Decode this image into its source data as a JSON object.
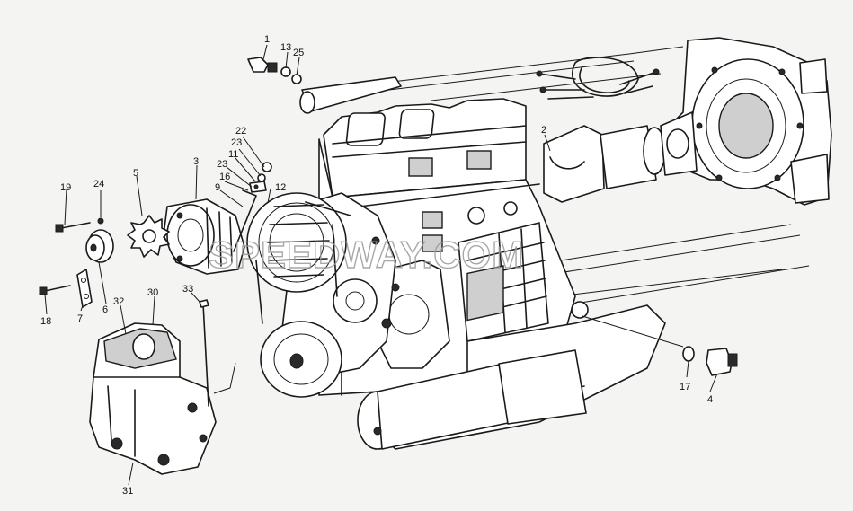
{
  "watermark": "SPEEDWAY.COM",
  "callouts": [
    {
      "id": "c1",
      "text": "1"
    },
    {
      "id": "c13",
      "text": "13"
    },
    {
      "id": "c25",
      "text": "25"
    },
    {
      "id": "c2",
      "text": "2"
    },
    {
      "id": "c22",
      "text": "22"
    },
    {
      "id": "c23a",
      "text": "23"
    },
    {
      "id": "c11",
      "text": "11"
    },
    {
      "id": "c23b",
      "text": "23"
    },
    {
      "id": "c16",
      "text": "16"
    },
    {
      "id": "c9",
      "text": "9"
    },
    {
      "id": "c12",
      "text": "12"
    },
    {
      "id": "c3",
      "text": "3"
    },
    {
      "id": "c5",
      "text": "5"
    },
    {
      "id": "c19",
      "text": "19"
    },
    {
      "id": "c24",
      "text": "24"
    },
    {
      "id": "c18",
      "text": "18"
    },
    {
      "id": "c7",
      "text": "7"
    },
    {
      "id": "c6",
      "text": "6"
    },
    {
      "id": "c32",
      "text": "32"
    },
    {
      "id": "c30",
      "text": "30"
    },
    {
      "id": "c33",
      "text": "33"
    },
    {
      "id": "c31",
      "text": "31"
    },
    {
      "id": "c17",
      "text": "17"
    },
    {
      "id": "c4",
      "text": "4"
    }
  ]
}
